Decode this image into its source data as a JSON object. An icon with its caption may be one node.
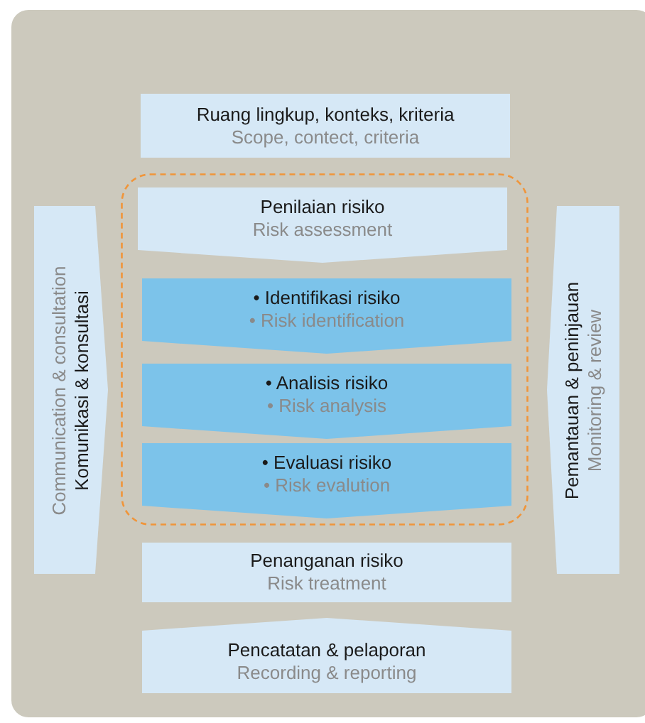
{
  "diagram": {
    "nodes": [
      {
        "text": [
          "Ruang lingkup, konteks, kriteria",
          "Scope, contect, criteria"
        ]
      },
      {
        "text": [],
        "shape": "box"
      },
      {
        "text": [
          "Penilaian risiko",
          "Risk assessment"
        ],
        "in": 1
      },
      {
        "text": [
          "• Identifikasi risiko",
          "• Risk identification"
        ],
        "in": 1
      },
      {
        "text": [
          "• Analisis risiko",
          "•  Risk analysis"
        ],
        "in": 1
      },
      {
        "text": [
          "• Evaluasi risiko",
          "• Risk evalution"
        ],
        "in": 1
      },
      {
        "text": [
          "Penanganan risiko",
          "Risk treatment"
        ]
      },
      {
        "text": [
          "Pencatatan & pelaporan",
          "Recording & reporting"
        ]
      },
      {
        "text": [
          "Komunikasi & konsultasi",
          "Communication & consultation"
        ]
      },
      {
        "text": [
          "Pemantauan & peninjauan",
          "Monitoring & review"
        ]
      }
    ]
  }
}
